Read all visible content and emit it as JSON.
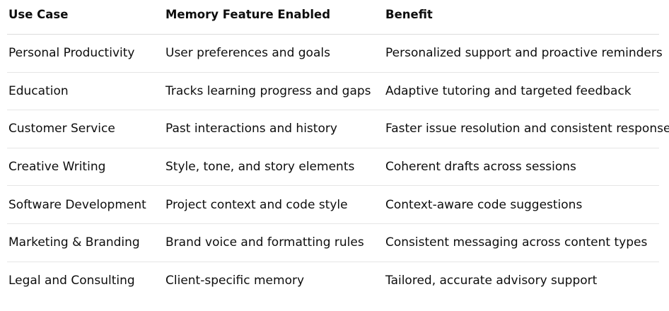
{
  "table": {
    "headers": [
      "Use Case",
      "Memory Feature Enabled",
      "Benefit"
    ],
    "rows": [
      [
        "Personal Productivity",
        "User preferences and goals",
        "Personalized support and proactive reminders"
      ],
      [
        "Education",
        "Tracks learning progress and gaps",
        "Adaptive tutoring and targeted feedback"
      ],
      [
        "Customer Service",
        "Past interactions and history",
        "Faster issue resolution and consistent responses"
      ],
      [
        "Creative Writing",
        "Style, tone, and story elements",
        "Coherent drafts across sessions"
      ],
      [
        "Software Development",
        "Project context and code style",
        "Context-aware code suggestions"
      ],
      [
        "Marketing & Branding",
        "Brand voice and formatting rules",
        "Consistent messaging across content types"
      ],
      [
        "Legal and Consulting",
        "Client-specific memory",
        "Tailored, accurate advisory support"
      ]
    ]
  }
}
